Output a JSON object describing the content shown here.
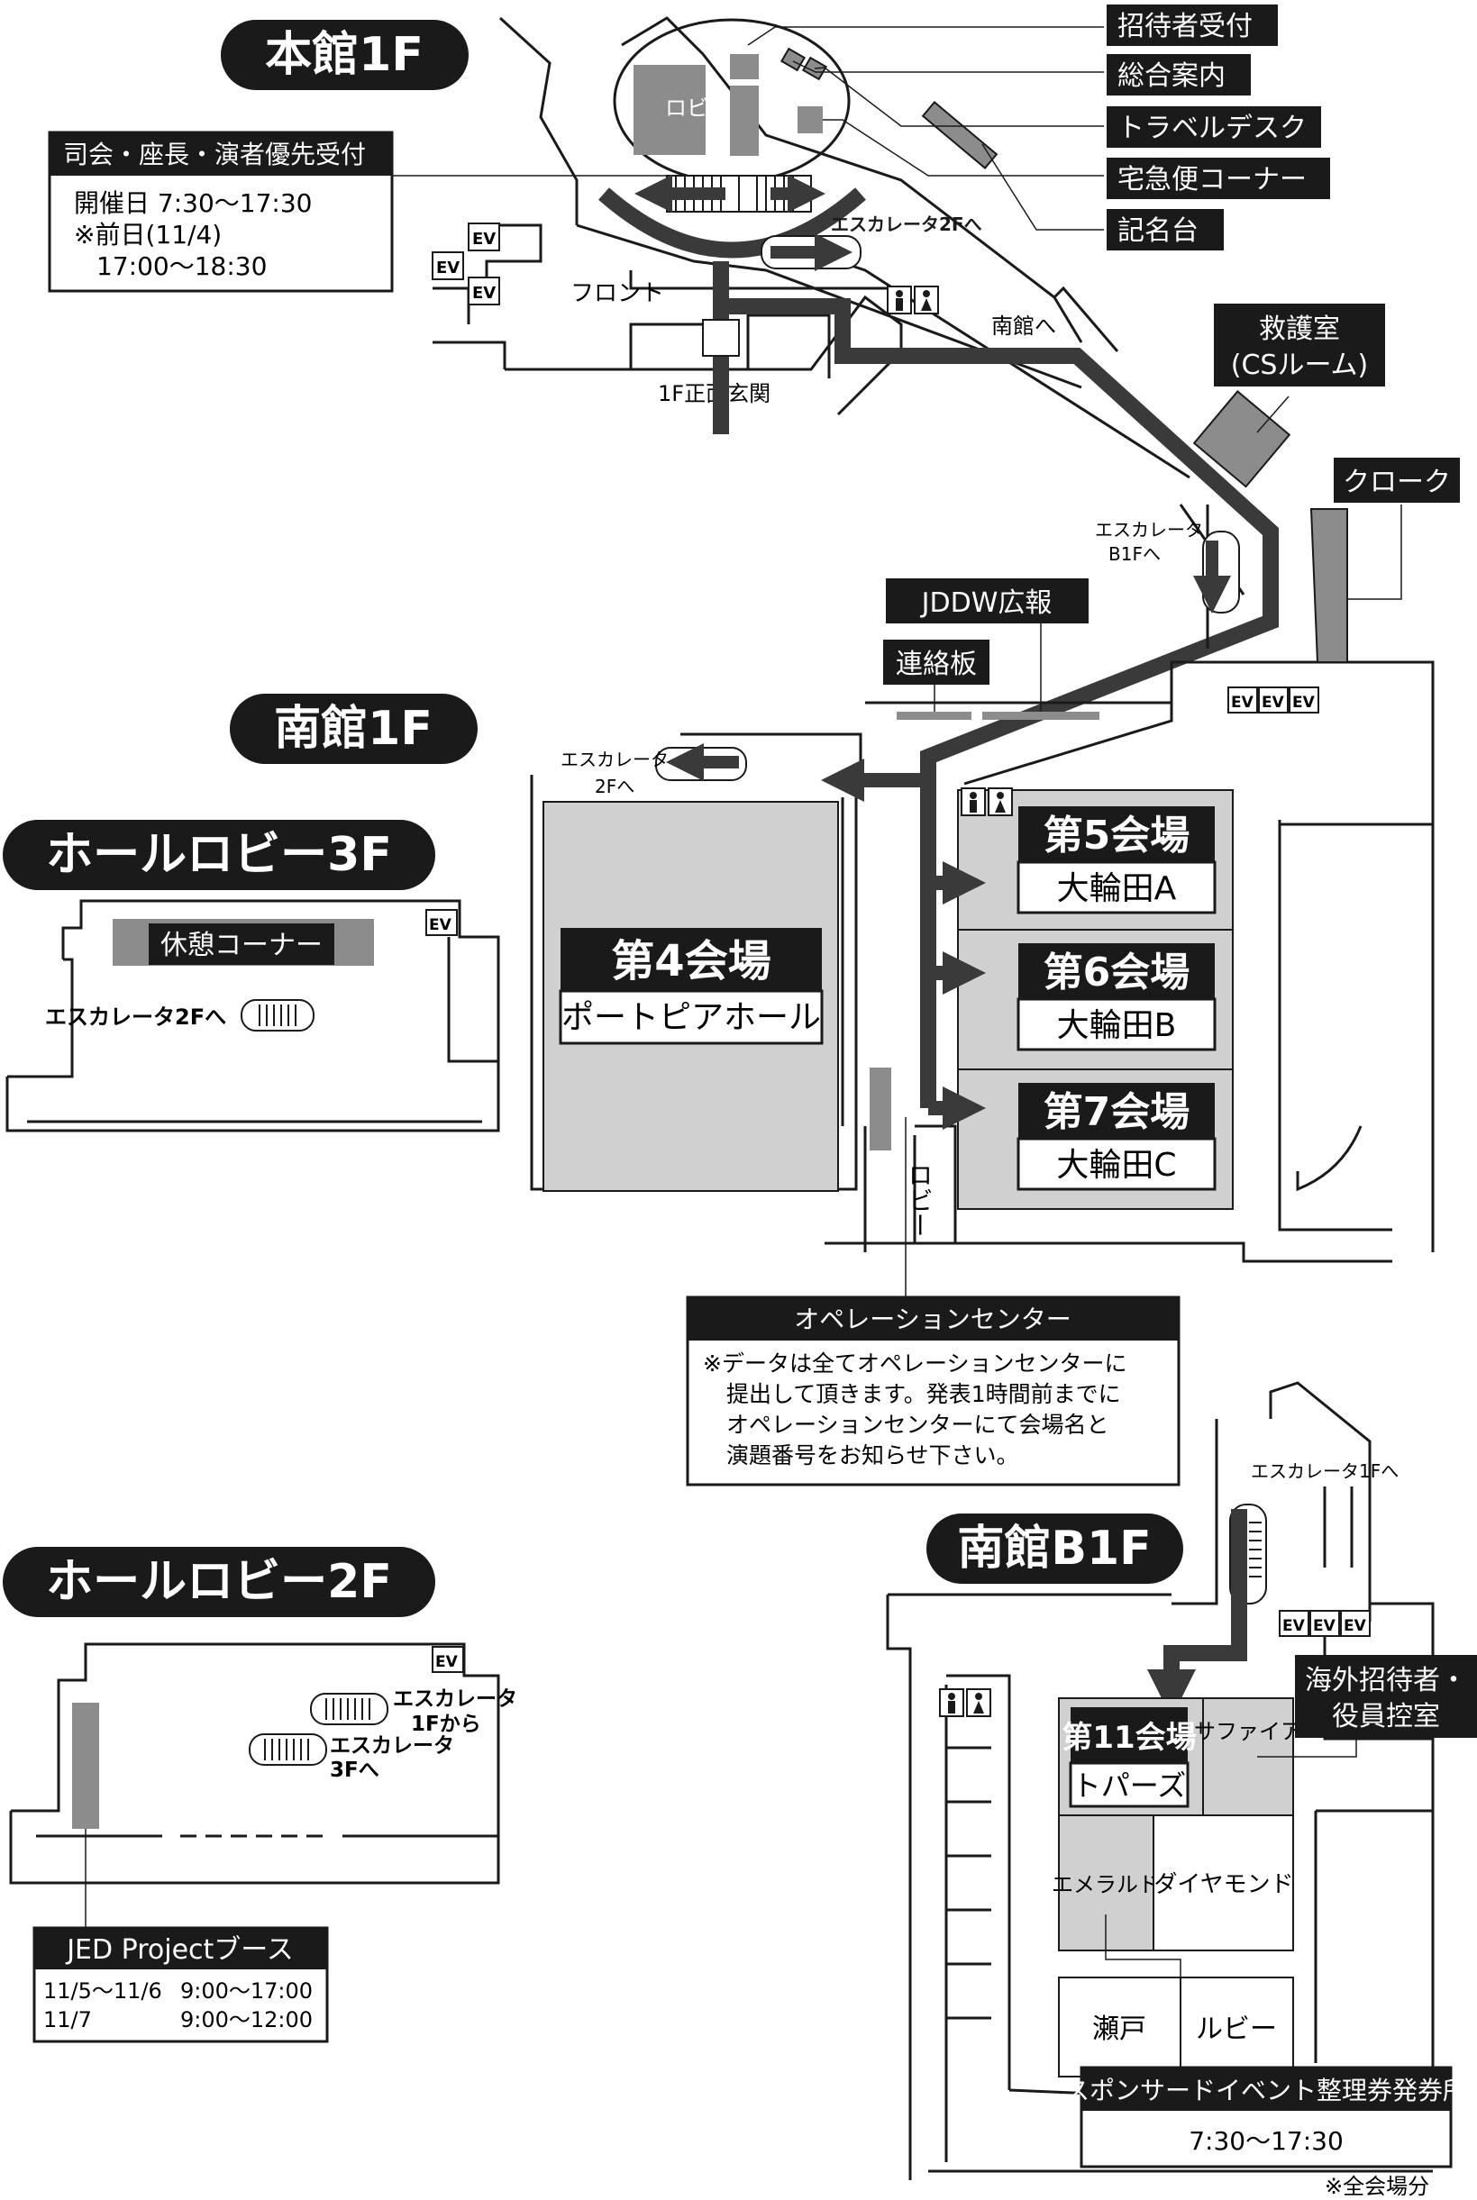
{
  "sections": {
    "honkan1f": "本館1F",
    "minamikan1f": "南館1F",
    "hall_lobby_3f": "ホールロビー3F",
    "hall_lobby_2f": "ホールロビー2F",
    "minamikan_b1f": "南館B1F"
  },
  "honkan": {
    "lobby": "ロビー",
    "front": "フロント",
    "entrance": "1F正面玄関",
    "to_south": "南館へ",
    "escalator_2f": "エスカレータ2Fへ",
    "ev": "EV",
    "chair_box": {
      "title": "司会・座長・演者優先受付",
      "line1": "開催日 7:30〜17:30",
      "line2": "※前日(11/4)",
      "line3": "17:00〜18:30"
    },
    "labels": {
      "guest_reception": "招待者受付",
      "info": "総合案内",
      "travel_desk": "トラベルデスク",
      "delivery": "宅急便コーナー",
      "signing": "記名台"
    }
  },
  "minamikan": {
    "first_aid_1": "救護室",
    "first_aid_2": "(CSルーム)",
    "cloak": "クローク",
    "escalator_b1f_1": "エスカレータ",
    "escalator_b1f_2": "B1Fへ",
    "jddw": "JDDW広報",
    "board": "連絡板",
    "escalator_2f_1": "エスカレータ",
    "escalator_2f_2": "2Fへ",
    "lobby": "ロビー",
    "hall4_title": "第4会場",
    "hall4_sub": "ポートピアホール",
    "hall5_title": "第5会場",
    "hall5_sub": "大輪田A",
    "hall6_title": "第6会場",
    "hall6_sub": "大輪田B",
    "hall7_title": "第7会場",
    "hall7_sub": "大輪田C",
    "ops": {
      "title": "オペレーションセンター",
      "line1": "※データは全てオペレーションセンターに",
      "line2": "提出して頂きます。発表1時間前までに",
      "line3": "オペレーションセンターにて会場名と",
      "line4": "演題番号をお知らせ下さい。"
    }
  },
  "lobby3f": {
    "rest": "休憩コーナー",
    "escalator": "エスカレータ2Fへ"
  },
  "lobby2f": {
    "esc_from_1f_1": "エスカレータ",
    "esc_from_1f_2": "1Fから",
    "esc_to_3f_1": "エスカレータ",
    "esc_to_3f_2": "3Fへ",
    "jed": {
      "title": "JED Projectブース",
      "row1_date": "11/5〜11/6",
      "row1_time": "9:00〜17:00",
      "row2_date": "11/7",
      "row2_time": "9:00〜12:00"
    }
  },
  "b1f": {
    "escalator": "エスカレータ1Fへ",
    "hall11_title": "第11会場",
    "hall11_sub": "トパーズ",
    "sapphire": "サファイア",
    "emerald": "エメラルド",
    "diamond": "ダイヤモンド",
    "seto": "瀬戸",
    "ruby": "ルビー",
    "vip_1": "海外招待者・",
    "vip_2": "役員控室",
    "sponsor_title": "スポンサードイベント整理券発券所",
    "sponsor_time": "7:30〜17:30",
    "note": "※全会場分"
  },
  "colors": {
    "black": "#1a1a1a",
    "route": "#3a3a3a",
    "mid_gray": "#8c8c8c",
    "light_gray": "#d0d0d0"
  }
}
